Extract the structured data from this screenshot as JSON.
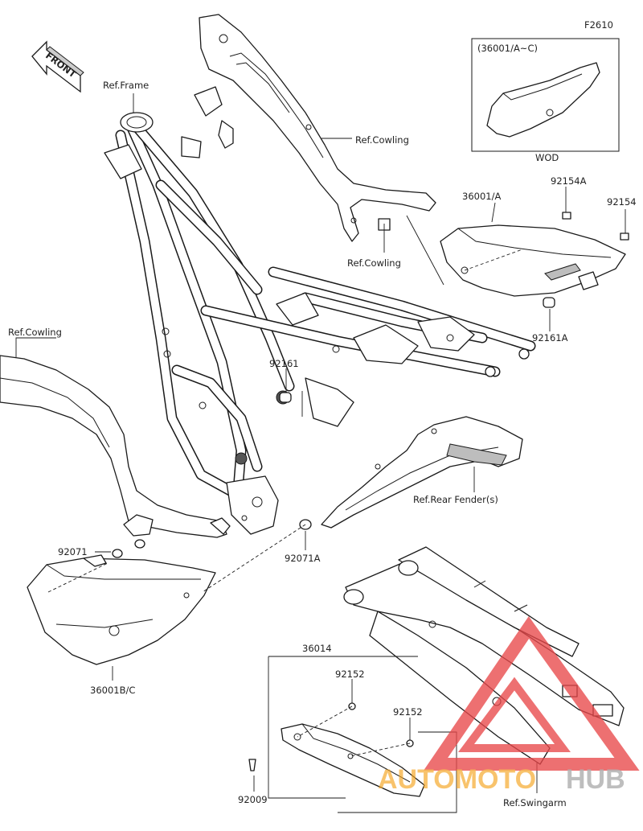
{
  "diagram": {
    "figure_code": "F2610",
    "front_label": "FRONT",
    "inset": {
      "header": "(36001/A~C)",
      "caption": "WOD"
    },
    "labels": {
      "ref_frame": "Ref.Frame",
      "ref_cowling_top": "Ref.Cowling",
      "ref_cowling_mid": "Ref.Cowling",
      "ref_cowling_left": "Ref.Cowling",
      "ref_rear_fender": "Ref.Rear Fender(s)",
      "ref_swingarm": "Ref.Swingarm",
      "p36001a": "36001/A",
      "p92154a": "92154A",
      "p92154": "92154",
      "p92161a": "92161A",
      "p92161": "92161",
      "p92071": "92071",
      "p92071a": "92071A",
      "p36001bc": "36001B/C",
      "p36014": "36014",
      "p92152_a": "92152",
      "p92152_b": "92152",
      "p92009": "92009"
    },
    "watermark": {
      "brand_a": "AUTOMOTO",
      "brand_b": "HUB"
    },
    "colors": {
      "line": "#1a1a1a",
      "watermark_red": "#e8484a",
      "watermark_orange": "#f5a623",
      "watermark_grey": "#b0b0b0"
    }
  }
}
